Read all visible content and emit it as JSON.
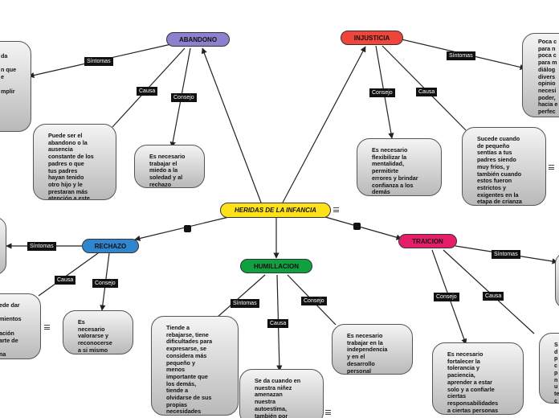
{
  "central": {
    "label": "HERIDAS DE LA INFANCIA",
    "color": "#ffe11a"
  },
  "topics": {
    "abandono": {
      "label": "ABANDONO",
      "color": "#8f80cf"
    },
    "injusticia": {
      "label": "INJUSTICIA",
      "color": "#f0453a"
    },
    "rechazo": {
      "label": "RECHAZO",
      "color": "#2f86cc"
    },
    "humillacion": {
      "label": "HUMILLACION",
      "color": "#10a040"
    },
    "traicion": {
      "label": "TRAICION",
      "color": "#e61e6a"
    }
  },
  "link_labels": {
    "ab_sintomas": "Síntomas",
    "ab_causa": "Causa",
    "ab_consejo": "Consejo",
    "inj_sintomas": "Síntomas",
    "inj_consejo": "Consejo",
    "inj_causa": "Causa",
    "re_sintomas": "Síntomas",
    "re_causa": "Causa",
    "re_consejo": "Consejo",
    "hu_sintomas": "Síntomas",
    "hu_causa": "Causa",
    "hu_consejo": "Consejo",
    "tr_sintomas": "Síntomas",
    "tr_consejo": "Consejo",
    "tr_causa": "Causa"
  },
  "boxes": {
    "ab_sintomas": "da\n\nn que\ne\n\nmplir",
    "ab_causa": "Puede ser el\nabandono o la\nausencia\nconstante de los\npadres o que\ntus padres\nhayan tenido\notro hijo y le\nprestaran más\natención a este",
    "ab_consejo": "Es necesario\ntrabajar el\nmiedo a la\nsoledad y al\nrechazo",
    "inj_consejo": "Es necesario\nflexibilizar la\nmentalidad,\npermitirte\nerrores y brindar\nconfianza a los\ndemás",
    "inj_causa": "Sucede cuando\nde pequeño\nsentías a tus\npadres siendo\nmuy fríos, y\ntambién cuando\nestos fueron\nestrictos y\nexigentes en la\netapa de crianza",
    "inj_sintomas": "Poca c\npara n\npoca c\npara m\ndiálog\ndivers\nopinio\nnecesi\npoder,\nhacia e\nperfec",
    "re_causa": "ede dar\n\nmientos\n\nación\narte de\n\nna",
    "re_consejo": "Es\nnecesario\nvalorarse y\nreconocerse\na si mismo",
    "hu_sintomas": "Tiende a\nrebajarse, tiene\ndificultades para\nexpresarse, se\nconsidera más\npequeño y\nmenos\nimportante que\nlos demás,\ntiende a\nolvidarse de sus\npropias\nnecesidades",
    "hu_causa": "Se da cuando en\nnuestra niñez\namenazan\nnuestra\nautoestima,\ntambién por",
    "hu_consejo": "Es necesario\ntrabajar en la\nindependencia\ny en el\ndesarrollo\npersonal",
    "tr_consejo": "Es necesario\nfortalecer la\ntolerancia y\npaciencia,\naprender a estar\nsolo y a confiarle\nciertas\nresponsabilidades\na ciertas personas",
    "tr_causa": "S\nd\np\nc\np\nn\nu\nte\nc\nel"
  }
}
